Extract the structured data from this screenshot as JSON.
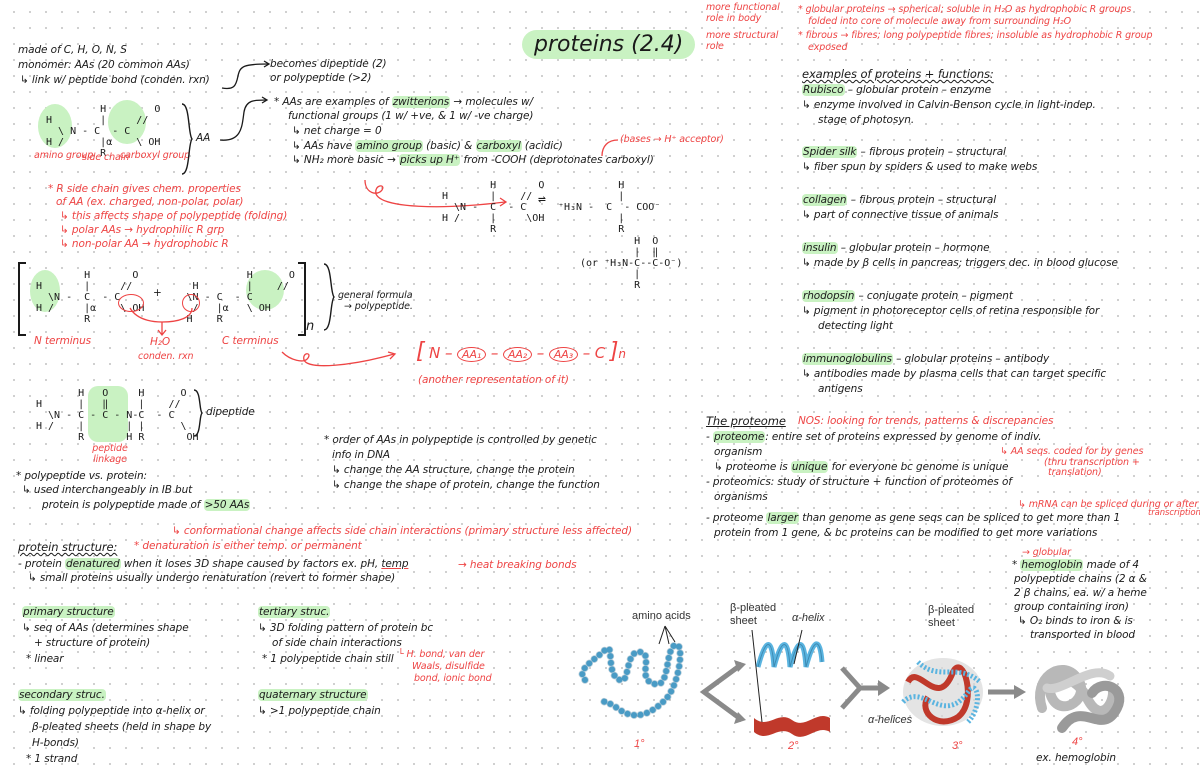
{
  "title": "proteins (2.4)",
  "intro": {
    "made_of": "made of C, H, O, N, S",
    "monomer": "monomer: AAs (20 common AAs)",
    "link": "↳ link w/ peptide bond (conden. rxn)",
    "becomes1": "becomes dipeptide (2)",
    "becomes2": "or polypeptide (>2)"
  },
  "aa_structure": {
    "label": "AA",
    "amino": "amino group",
    "side": "side chain",
    "carboxyl": "carboxyl group"
  },
  "r_notes": [
    "* R side chain gives chem. properties",
    "of AA (ex. charged, non-polar, polar)",
    "↳ this affects shape of polypeptide (folding)",
    "↳ polar AAs → hydrophilic R grp",
    "↳ non-polar AA → hydrophobic R"
  ],
  "zwitterion": [
    "* AAs are examples of zwitterions → molecules w/",
    "functional groups (1 w/ +ve, & 1 w/ -ve charge)",
    "↳ net charge = 0",
    "↳ AAs have amino group (basic) & carboxyl (acidic)",
    "↳ NH₂ more basic → picks up H⁺ from -COOH (deprotonates carboxyl)"
  ],
  "bases_note": "(bases → H⁺ acceptor)",
  "general_formula": {
    "label1": "general formula",
    "label2": "→ polypeptide.",
    "n_terminus": "N terminus",
    "c_terminus": "C terminus",
    "water": "H₂O",
    "conden": "conden. rxn",
    "subscript": "n"
  },
  "representation": {
    "chain": [
      "N",
      "AA₁",
      "AA₂",
      "AA₃",
      "C"
    ],
    "subscript": "n",
    "caption": "(another representation of it)"
  },
  "dipeptide": {
    "label": "dipeptide",
    "linkage": "peptide linkage"
  },
  "poly_vs_protein": [
    "* polypeptide vs. protein:",
    "↳ used interchangeably in IB but",
    "protein is polypeptide made of >50 AAs"
  ],
  "order_notes": [
    "* order of AAs in polypeptide is controlled by genetic",
    "info in DNA",
    "↳ change the AA structure, change the protein",
    "↳ change the shape of protein, change the function"
  ],
  "types": {
    "globular_role": "more functional role in body",
    "globular": "* globular proteins → spherical; soluble in H₂O as hydrophobic R groups",
    "globular2": "folded into core of molecule away from surrounding H₂O",
    "fibrous_role": "more structural role",
    "fibrous": "* fibrous → fibres; long polypeptide fibres; insoluble as hydrophobic R group",
    "fibrous2": "exposed"
  },
  "examples": {
    "heading": "examples of proteins + functions:",
    "items": [
      {
        "name": "Rubisco",
        "desc": " – globular protein – enzyme",
        "detail": "↳ enzyme involved in Calvin-Benson cycle in light-indep.",
        "detail2": "stage of photosyn."
      },
      {
        "name": "Spider silk",
        "desc": " – fibrous protein – structural",
        "detail": "↳ fiber spun by spiders & used to make webs",
        "detail2": ""
      },
      {
        "name": "collagen",
        "desc": " – fibrous protein – structural",
        "detail": "↳ part of connective tissue of animals",
        "detail2": ""
      },
      {
        "name": "insulin",
        "desc": " – globular protein – hormone",
        "detail": "↳ made by β cells in pancreas; triggers dec. in blood glucose",
        "detail2": ""
      },
      {
        "name": "rhodopsin",
        "desc": " – conjugate protein – pigment",
        "detail": "↳ pigment in photoreceptor cells of retina responsible for",
        "detail2": "detecting light"
      },
      {
        "name": "immunoglobulins",
        "desc": " – globular proteins – antibody",
        "detail": "↳ antibodies made by plasma cells that can target specific",
        "detail2": "antigens"
      }
    ]
  },
  "proteome": {
    "heading": "The proteome",
    "nos": "NOS: looking for trends, patterns & discrepancies",
    "l1a": "proteome",
    "l1b": ": entire set of proteins expressed by genome of indiv.",
    "l2": "organism",
    "note1": "↳ AA seqs. coded for by genes",
    "note2": "(thru transcription +",
    "note3": "translation)",
    "l3a": "↳ proteome is ",
    "l3b": "unique",
    "l3c": " for everyone bc genome is unique",
    "l4": "- proteomics: study of structure + function of proteomes of",
    "l5": "organisms",
    "mrna": "↳ mRNA can be spliced during or after",
    "mrna2": "transcription",
    "l6a": "- proteome ",
    "l6b": "larger",
    "l6c": " than genome as gene seqs can be spliced to get more than 1",
    "l7": "protein from 1 gene, & bc proteins can be modified to get more variations"
  },
  "structure": {
    "heading": "protein structure:",
    "conform": "↳ conformational change affects side chain interactions (primary structure less affected)",
    "denat_note": "* denaturation is either temp. or permanent",
    "l1a": "- protein ",
    "l1b": "denatured",
    "l1c": " when it loses 3D shape caused by factors ex. pH, ",
    "l1d": "temp",
    "heat": "→ heat breaking bonds",
    "l2": "↳ small proteins usually undergo renaturation (revert to former shape)",
    "primary": {
      "title": "primary structure",
      "lines": [
        "↳ seq of AAs (determines shape",
        "+ structure of protein)",
        "* linear"
      ]
    },
    "secondary": {
      "title": "secondary struc.",
      "lines": [
        "↳ folding polypeptide into α-helix or",
        "β-pleated sheets (held in shape by",
        "H-bonds)",
        "* 1 strand"
      ]
    },
    "tertiary": {
      "title": "tertiary struc.",
      "lines": [
        "↳ 3D folding pattern of protein bc",
        "of side chain interactions",
        "* 1 polypeptide chain still"
      ],
      "note": [
        "└ H. bond, van der",
        "Waals, disulfide",
        "bond, ionic bond"
      ]
    },
    "quaternary": {
      "title": "quaternary structure",
      "lines": [
        "↳ >1 polypeptide chain"
      ]
    }
  },
  "hemoglobin": {
    "globular": "→ globular",
    "lines": [
      "* hemoglobin made of 4",
      "polypeptide chains (2 α &",
      "2 β chains, ea. w/ a heme",
      "group containing iron)",
      "↳ O₂ binds to iron & is",
      "transported in blood"
    ]
  },
  "figure": {
    "amino_acids": "amino acids",
    "beta_sheet": "β-pleated sheet",
    "alpha_helix": "α-helix",
    "beta_sheet2": "β-pleated sheet",
    "alpha_helices": "α-helices",
    "levels": [
      "1°",
      "2°",
      "3°",
      "4°"
    ],
    "example": "ex. hemoglobin"
  },
  "colors": {
    "red": "#ee4444",
    "highlight": "#c9f2c2",
    "ink": "#1a1a1a",
    "helix": "#5ab4e0",
    "sheet": "#c0392b"
  }
}
